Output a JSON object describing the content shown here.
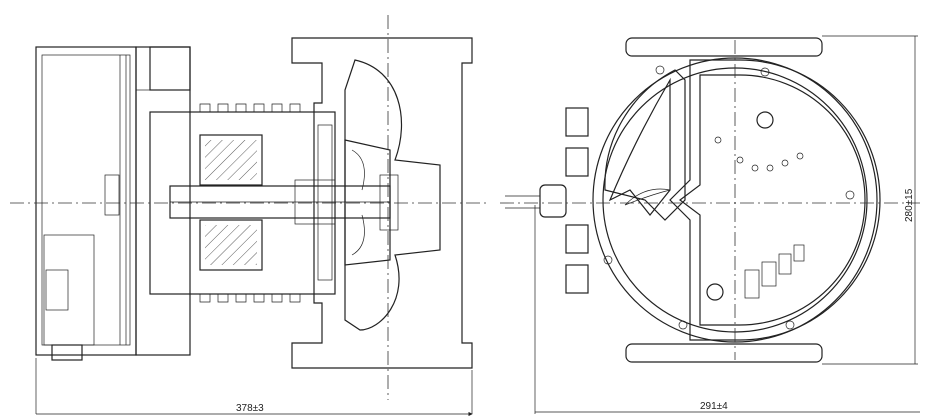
{
  "drawing": {
    "dimensions": {
      "overall_length": "378±3",
      "overall_width": "291±4",
      "height": "280±15"
    }
  }
}
